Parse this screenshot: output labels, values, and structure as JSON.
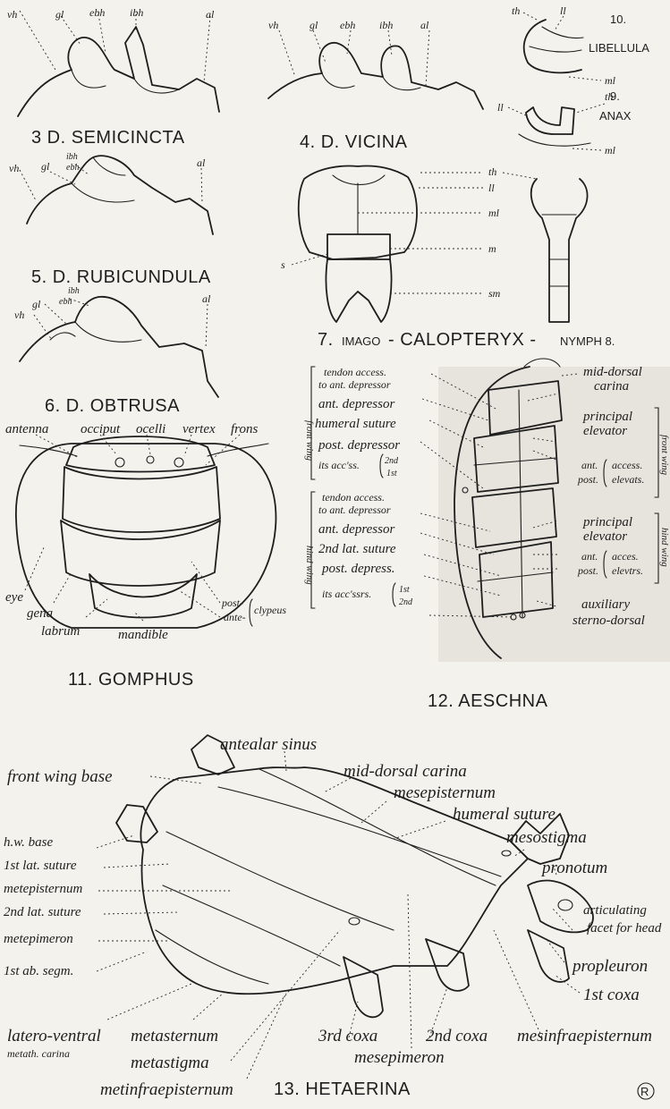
{
  "figures": {
    "fig3": {
      "caption": "3 D. SEMICINCTA",
      "labels": [
        "vh",
        "gl",
        "ebh",
        "ibh",
        "al"
      ]
    },
    "fig4": {
      "caption": "4. D. VICINA",
      "labels": [
        "vh",
        "gl",
        "ebh",
        "ibh",
        "al"
      ]
    },
    "fig5": {
      "caption": "5. D. RUBICUNDULA",
      "labels": [
        "vh",
        "gl",
        "ibh",
        "ebh",
        "al"
      ]
    },
    "fig6": {
      "caption": "6. D. OBTRUSA",
      "labels": [
        "gl",
        "ibh",
        "ebh",
        "vh",
        "al"
      ]
    },
    "fig7": {
      "caption_prefix": "7.",
      "caption_imago": "IMAGO",
      "caption_name": "- CALOPTERYX -",
      "caption_nymph": "NYMPH 8.",
      "labels": [
        "th",
        "ll",
        "ml",
        "m",
        "sm",
        "s"
      ]
    },
    "fig9": {
      "number": "9.",
      "name": "ANAX",
      "labels": [
        "th",
        "ll",
        "ml"
      ]
    },
    "fig10": {
      "number": "10.",
      "name": "LIBELLULA",
      "labels": [
        "th",
        "ll",
        "ml"
      ]
    },
    "fig11": {
      "caption": "11. GOMPHUS",
      "labels": [
        "antenna",
        "occiput",
        "ocelli",
        "vertex",
        "frons",
        "eye",
        "gena",
        "labrum",
        "mandible",
        "post-",
        "ante-",
        "clypeus"
      ]
    },
    "fig12": {
      "caption": "12. AESCHNA",
      "side_front": "front wing",
      "side_hind": "hind wing",
      "side_front_r": "front wing",
      "side_hind_r": "hind wing",
      "left_labels": [
        "tendon access.",
        "to ant. depressor",
        "ant. depressor",
        "humeral suture",
        "post. depressor",
        "its acc'ss.",
        "2nd",
        "1st",
        "tendon access.",
        "to ant. depressor",
        "ant. depressor",
        "2nd lat. suture",
        "post. depress.",
        "its acc'ssrs.",
        "1st",
        "2nd"
      ],
      "right_labels": [
        "mid-dorsal",
        "carina",
        "principal",
        "elevator",
        "ant.",
        "access.",
        "post.",
        "elevats.",
        "principal",
        "elevator",
        "ant.",
        "acces.",
        "post.",
        "elevtrs.",
        "auxiliary",
        "sterno-dorsal"
      ]
    },
    "fig13": {
      "caption": "13. HETAERINA",
      "labels": [
        "antealar sinus",
        "front wing base",
        "mid-dorsal carina",
        "mesepisternum",
        "humeral suture",
        "mesostigma",
        "pronotum",
        "h.w. base",
        "1st lat. suture",
        "metepisternum",
        "2nd lat. suture",
        "metepimeron",
        "articulating",
        "facet for head",
        "propleuron",
        "1st ab. segm.",
        "1st coxa",
        "latero-ventral",
        "metath. carina",
        "metasternum",
        "metastigma",
        "metinfraepisternum",
        "3rd coxa",
        "2nd coxa",
        "mesepimeron",
        "mesinfraepisternum"
      ]
    }
  },
  "monogram": "R"
}
